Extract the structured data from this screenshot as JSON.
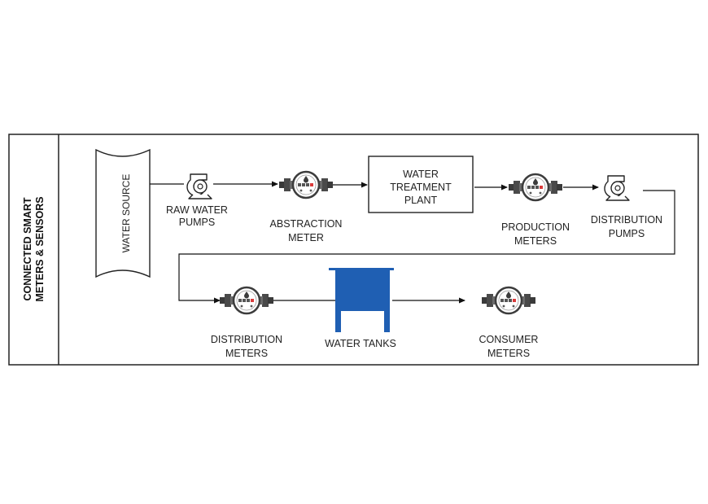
{
  "side_title": {
    "line1": "CONNECTED SMART",
    "line2": "METERS & SENSORS"
  },
  "nodes": {
    "water_source": "WATER SOURCE",
    "raw_water_pumps": [
      "RAW WATER",
      "PUMPS"
    ],
    "abstraction_meter": [
      "ABSTRACTION",
      "METER"
    ],
    "treatment_plant": [
      "WATER",
      "TREATMENT",
      "PLANT"
    ],
    "production_meters": [
      "PRODUCTION",
      "METERS"
    ],
    "distribution_pumps": [
      "DISTRIBUTION",
      "PUMPS"
    ],
    "distribution_meters": [
      "DISTRIBUTION",
      "METERS"
    ],
    "water_tanks": "WATER TANKS",
    "consumer_meters": [
      "CONSUMER",
      "METERS"
    ]
  },
  "icons": {
    "pump": "pump-icon",
    "meter": "water-meter-icon",
    "tank": "water-tank-icon"
  },
  "colors": {
    "tank": "#1f5fb3",
    "meter_body": "#4a4a4a",
    "outline": "#222222"
  }
}
